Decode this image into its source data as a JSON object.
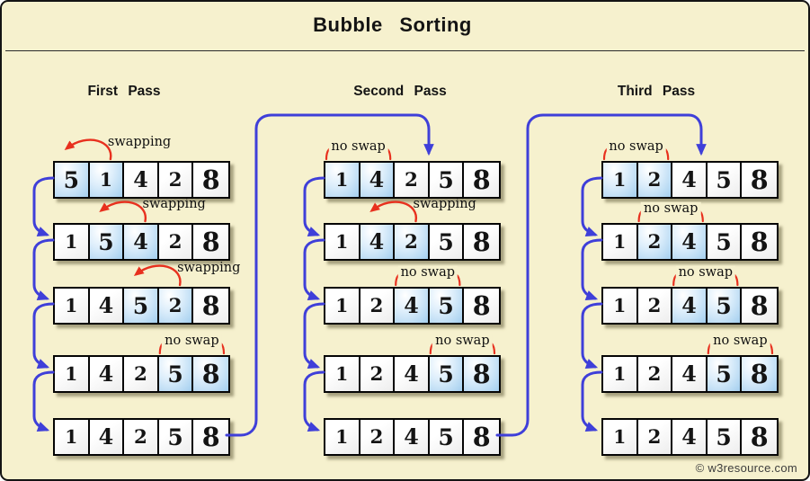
{
  "title": "Bubble Sorting",
  "watermark": "© w3resource.com",
  "annotation_labels": {
    "swap": "swapping",
    "no_swap": "no swap"
  },
  "passes": [
    {
      "label": "First Pass",
      "rows": [
        {
          "values": [
            5,
            1,
            4,
            2,
            8
          ],
          "compare": [
            0,
            1
          ],
          "annotation": "swapping"
        },
        {
          "values": [
            1,
            5,
            4,
            2,
            8
          ],
          "compare": [
            1,
            2
          ],
          "annotation": "swapping"
        },
        {
          "values": [
            1,
            4,
            5,
            2,
            8
          ],
          "compare": [
            2,
            3
          ],
          "annotation": "swapping"
        },
        {
          "values": [
            1,
            4,
            2,
            5,
            8
          ],
          "compare": [
            3,
            4
          ],
          "annotation": "no swap"
        },
        {
          "values": [
            1,
            4,
            2,
            5,
            8
          ],
          "compare": null,
          "annotation": null
        }
      ]
    },
    {
      "label": "Second Pass",
      "rows": [
        {
          "values": [
            1,
            4,
            2,
            5,
            8
          ],
          "compare": [
            0,
            1
          ],
          "annotation": "no swap"
        },
        {
          "values": [
            1,
            4,
            2,
            5,
            8
          ],
          "compare": [
            1,
            2
          ],
          "annotation": "swapping"
        },
        {
          "values": [
            1,
            2,
            4,
            5,
            8
          ],
          "compare": [
            2,
            3
          ],
          "annotation": "no swap"
        },
        {
          "values": [
            1,
            2,
            4,
            5,
            8
          ],
          "compare": [
            3,
            4
          ],
          "annotation": "no swap"
        },
        {
          "values": [
            1,
            2,
            4,
            5,
            8
          ],
          "compare": null,
          "annotation": null
        }
      ]
    },
    {
      "label": "Third Pass",
      "rows": [
        {
          "values": [
            1,
            2,
            4,
            5,
            8
          ],
          "compare": [
            0,
            1
          ],
          "annotation": "no swap"
        },
        {
          "values": [
            1,
            2,
            4,
            5,
            8
          ],
          "compare": [
            1,
            2
          ],
          "annotation": "no swap"
        },
        {
          "values": [
            1,
            2,
            4,
            5,
            8
          ],
          "compare": [
            2,
            3
          ],
          "annotation": "no swap"
        },
        {
          "values": [
            1,
            2,
            4,
            5,
            8
          ],
          "compare": [
            3,
            4
          ],
          "annotation": "no swap"
        },
        {
          "values": [
            1,
            2,
            4,
            5,
            8
          ],
          "compare": null,
          "annotation": null
        }
      ]
    }
  ],
  "colors": {
    "background": "#f6f1ce",
    "border": "#141414",
    "arrow_blue": "#3f3fd9",
    "arrow_red": "#e8301e",
    "cell_highlight_blue": "#a4cfef",
    "text": "#141414"
  }
}
